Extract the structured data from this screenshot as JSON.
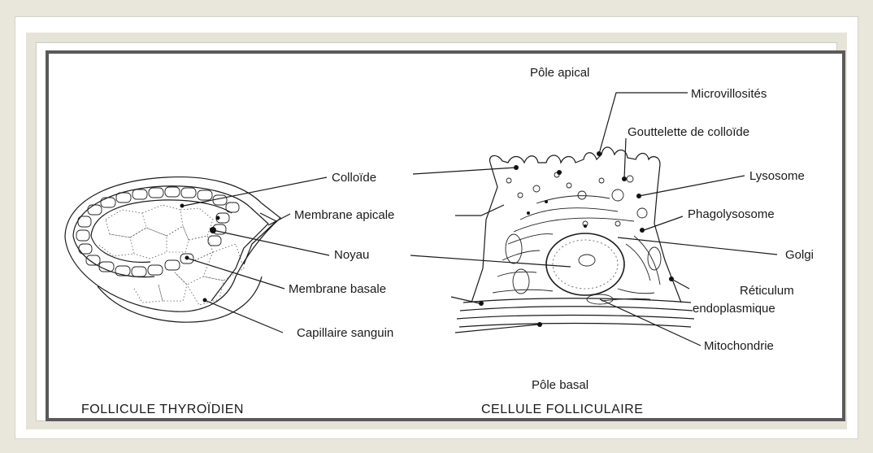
{
  "caption_left": "FOLLICULE THYROÏDIEN",
  "caption_right": "CELLULE FOLLICULAIRE",
  "pole_apical": "Pôle apical",
  "pole_basal": "Pôle basal",
  "left_labels": {
    "colloide": "Colloïde",
    "membrane_apicale": "Membrane apicale",
    "noyau": "Noyau",
    "membrane_basale": "Membrane basale",
    "capillaire": "Capillaire sanguin"
  },
  "right_labels": {
    "microvillosites": "Microvillosités",
    "gouttelette": "Gouttelette de colloïde",
    "lysosome": "Lysosome",
    "phagolysosome": "Phagolysosome",
    "golgi": "Golgi",
    "reticulum_1": "Réticulum",
    "reticulum_2": "endoplasmique",
    "mitochondrie": "Mitochondrie"
  }
}
